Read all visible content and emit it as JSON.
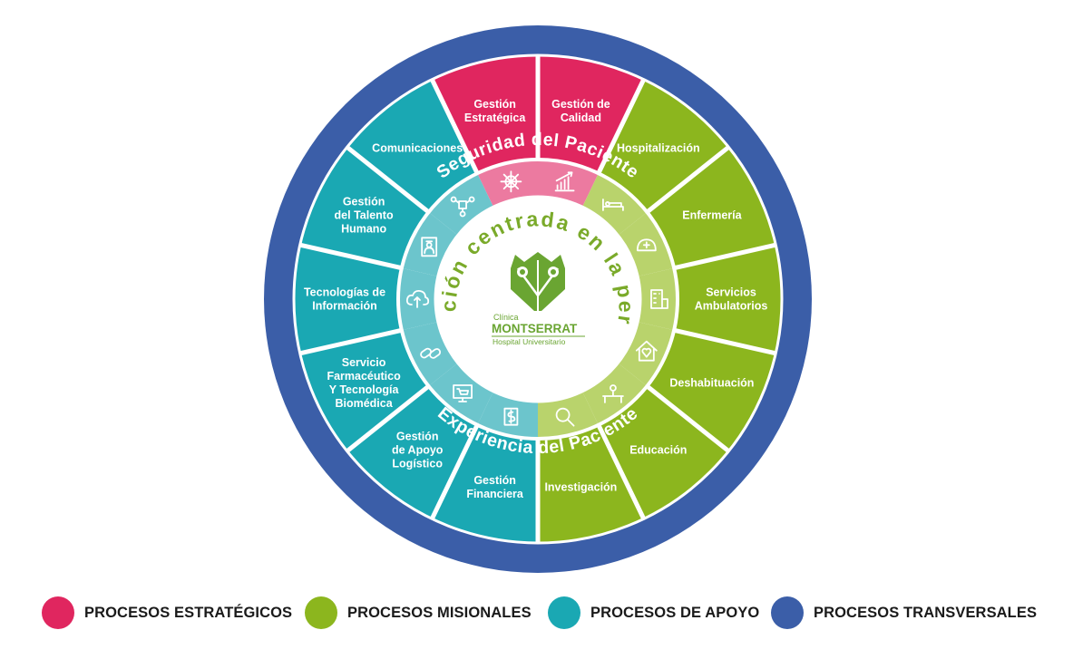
{
  "outer_ring": {
    "top_text": "Seguridad del Paciente",
    "bottom_text": "Experiencia del Paciente"
  },
  "center": {
    "slogan": "Atención centrada en la persona",
    "logo": {
      "line1": "Clínica",
      "line2": "MONTSERRAT",
      "line3": "Hospital Universitario"
    }
  },
  "colors": {
    "estrategicos": "#e0265f",
    "estrategicos_light": "#ec7aa0",
    "misionales": "#8cb61e",
    "misionales_light": "#b9d36c",
    "apoyo": "#1aa8b3",
    "apoyo_light": "#6cc5cc",
    "transversales": "#3b5ea8",
    "core_fill": "#ffffff",
    "core_text": "#7aaa2a",
    "logo": "#6aa532"
  },
  "segments": [
    {
      "id": "gestion-estrategica",
      "lines": [
        "Gestión",
        "Estratégica"
      ],
      "group": "estrategicos",
      "icon": "ship-wheel-icon"
    },
    {
      "id": "gestion-de-calidad",
      "lines": [
        "Gestión de",
        "Calidad"
      ],
      "group": "estrategicos",
      "icon": "growth-chart-icon"
    },
    {
      "id": "hospitalizacion",
      "lines": [
        "Hospitalización"
      ],
      "group": "misionales",
      "icon": "hospital-bed-icon"
    },
    {
      "id": "enfermeria",
      "lines": [
        "Enfermería"
      ],
      "group": "misionales",
      "icon": "nurse-cap-icon"
    },
    {
      "id": "servicios-ambulatorios",
      "lines": [
        "Servicios",
        "Ambulatorios"
      ],
      "group": "misionales",
      "icon": "building-icon"
    },
    {
      "id": "deshabituacion",
      "lines": [
        "Deshabituación"
      ],
      "group": "misionales",
      "icon": "house-heart-icon"
    },
    {
      "id": "educacion",
      "lines": [
        "Educación"
      ],
      "group": "misionales",
      "icon": "teacher-desk-icon"
    },
    {
      "id": "investigacion",
      "lines": [
        "Investigación"
      ],
      "group": "misionales",
      "icon": "magnifier-icon"
    },
    {
      "id": "gestion-financiera",
      "lines": [
        "Gestión",
        "Financiera"
      ],
      "group": "apoyo",
      "icon": "money-exchange-icon"
    },
    {
      "id": "gestion-apoyo-logistico",
      "lines": [
        "Gestión",
        "de Apoyo",
        "Logístico"
      ],
      "group": "apoyo",
      "icon": "cart-monitor-icon"
    },
    {
      "id": "servicio-farmaceutico",
      "lines": [
        "Servicio",
        "Farmacéutico",
        "Y Tecnología",
        "Biomédica"
      ],
      "group": "apoyo",
      "icon": "pills-icon"
    },
    {
      "id": "tecnologias-informacion",
      "lines": [
        "Tecnologías de",
        "Información"
      ],
      "group": "apoyo",
      "icon": "cloud-upload-icon"
    },
    {
      "id": "gestion-talento-humano",
      "lines": [
        "Gestión",
        "del Talento",
        "Humano"
      ],
      "group": "apoyo",
      "icon": "id-badge-icon"
    },
    {
      "id": "comunicaciones",
      "lines": [
        "Comunicaciones"
      ],
      "group": "apoyo",
      "icon": "network-icon"
    }
  ],
  "legend": [
    {
      "label": "PROCESOS ESTRATÉGICOS",
      "color": "#e0265f"
    },
    {
      "label": "PROCESOS MISIONALES",
      "color": "#8cb61e"
    },
    {
      "label": "PROCESOS DE APOYO",
      "color": "#1aa8b3"
    },
    {
      "label": "PROCESOS TRANSVERSALES",
      "color": "#3b5ea8"
    }
  ]
}
